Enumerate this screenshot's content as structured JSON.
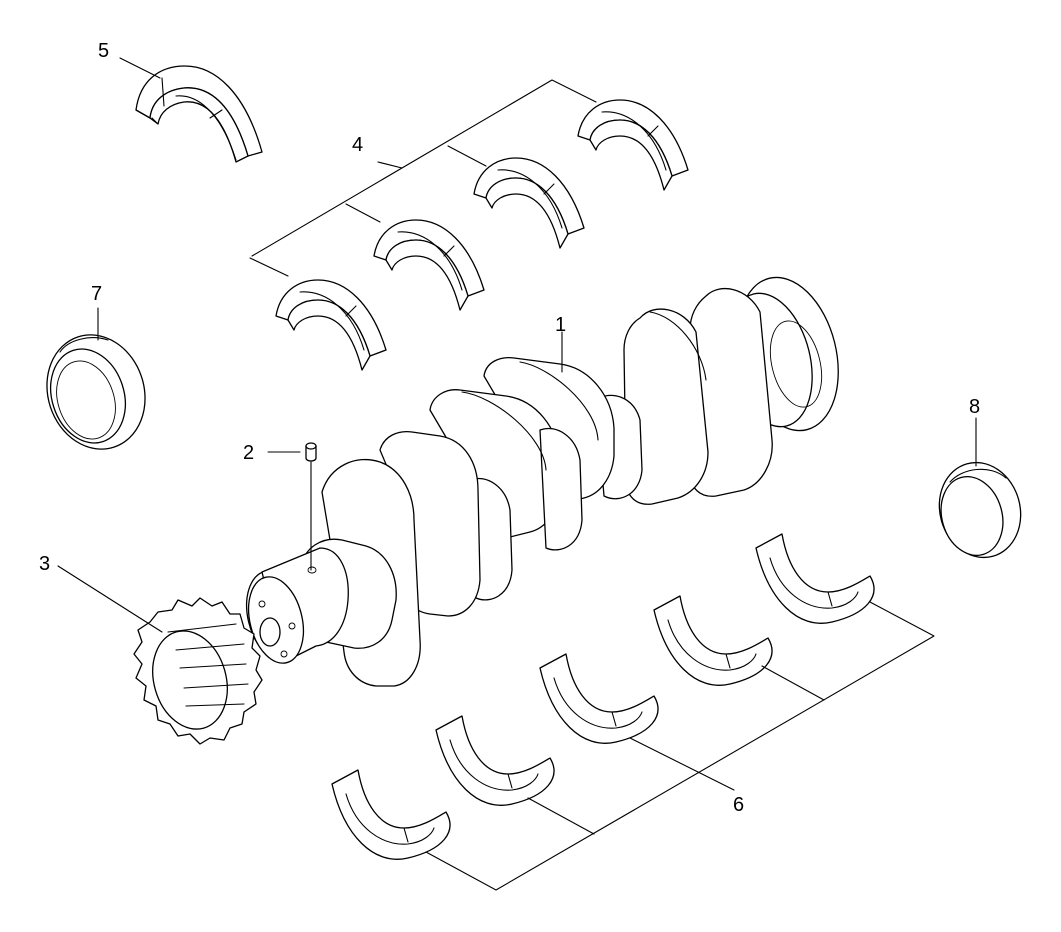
{
  "diagram": {
    "labels": {
      "crankshaft": "1",
      "dowel_pin": "2",
      "crank_gear": "3",
      "upper_main_bearings": "4",
      "thrust_bearing": "5",
      "lower_main_bearings": "6",
      "front_seal": "7",
      "rear_seal": "8"
    },
    "colors": {
      "ink": "#000000",
      "paper": "#ffffff"
    }
  }
}
